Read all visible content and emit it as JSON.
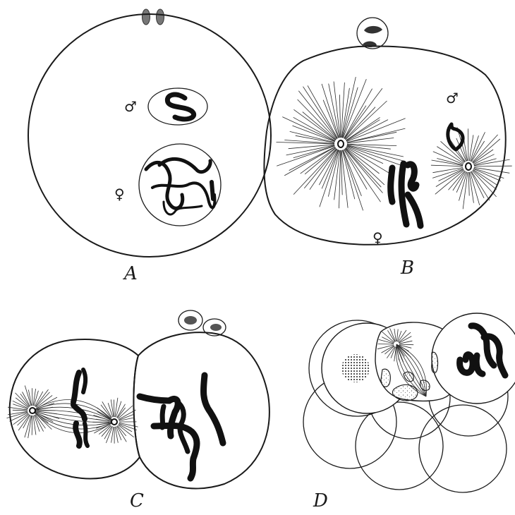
{
  "figure": {
    "panels": [
      {
        "id": "A",
        "label": "A",
        "male_symbol": "♂",
        "female_symbol": "♀"
      },
      {
        "id": "B",
        "label": "B",
        "male_symbol": "♂",
        "female_symbol": "♀"
      },
      {
        "id": "C",
        "label": "C"
      },
      {
        "id": "D",
        "label": "D"
      }
    ]
  }
}
